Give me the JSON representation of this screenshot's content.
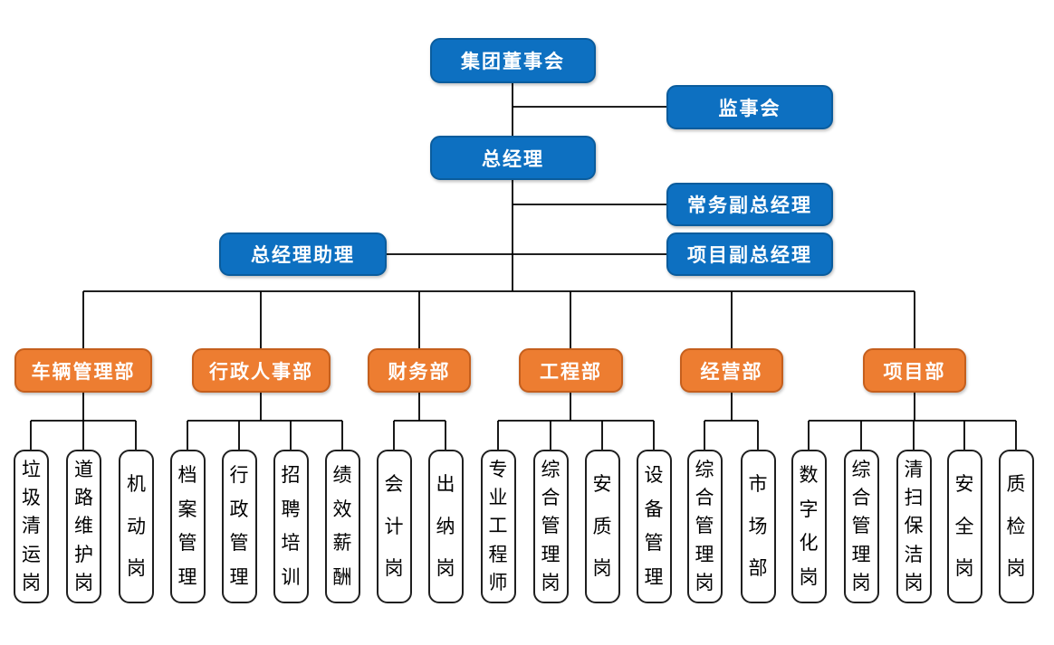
{
  "colors": {
    "blue_fill": "#0D70C1",
    "blue_border": "#0A5C9D",
    "orange_fill": "#ED7D31",
    "orange_border": "#C55F1D",
    "white_box_border": "#1F1F1F",
    "connector": "#000000"
  },
  "executives": {
    "board": "集团董事会",
    "supervisory_board": "监事会",
    "general_manager": "总经理",
    "executive_deputy_gm": "常务副总经理",
    "gm_assistant": "总经理助理",
    "project_deputy_gm": "项目副总经理"
  },
  "departments": [
    {
      "label": "车辆管理部",
      "positions": [
        "垃圾清运岗",
        "道路维护岗",
        "机动岗"
      ]
    },
    {
      "label": "行政人事部",
      "positions": [
        "档案管理",
        "行政管理",
        "招聘培训",
        "绩效薪酬"
      ]
    },
    {
      "label": "财务部",
      "positions": [
        "会计岗",
        "出纳岗"
      ]
    },
    {
      "label": "工程部",
      "positions": [
        "专业工程师",
        "综合管理岗",
        "安质岗",
        "设备管理"
      ]
    },
    {
      "label": "经营部",
      "positions": [
        "综合管理岗",
        "市场部"
      ]
    },
    {
      "label": "项目部",
      "positions": [
        "数字化岗",
        "综合管理岗",
        "清扫保洁岗",
        "安全岗",
        "质检岗"
      ]
    }
  ]
}
